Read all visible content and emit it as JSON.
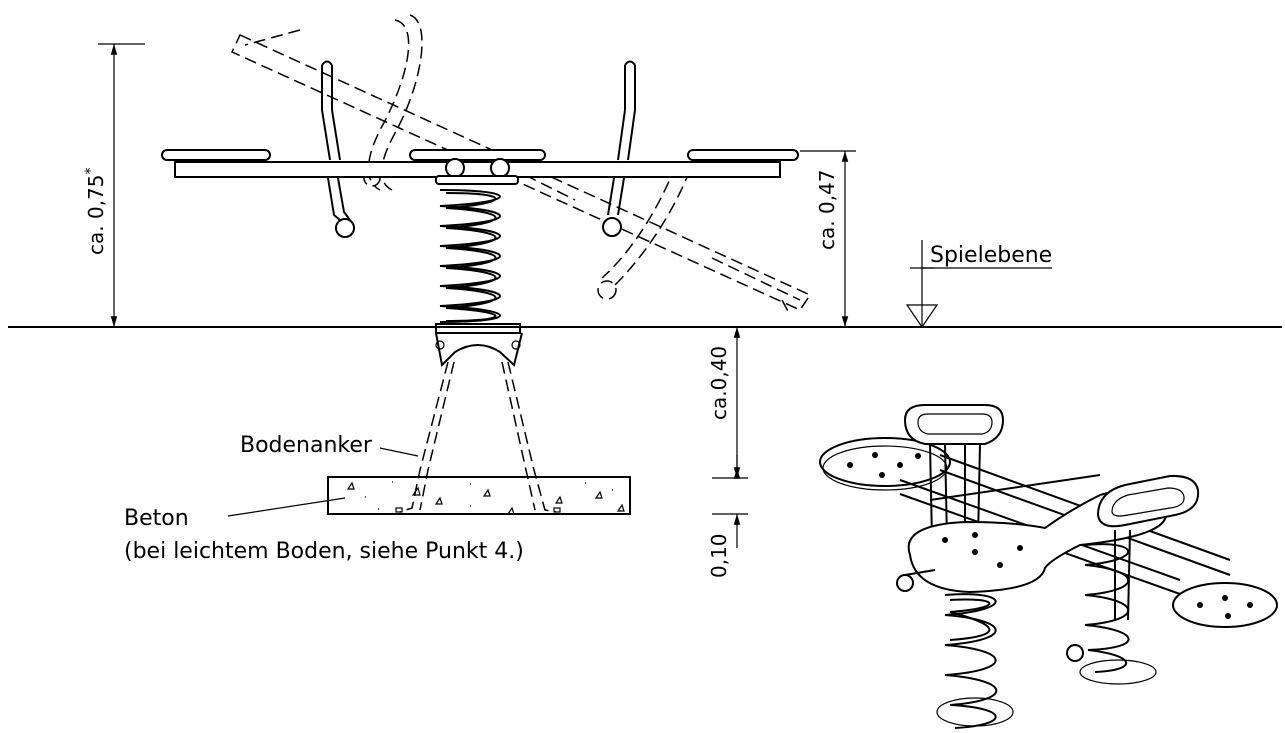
{
  "labels": {
    "ground_level": "Spielebene",
    "ground_anchor": "Bodenanker",
    "concrete": "Beton",
    "concrete_note": "(bei leichtem Boden, siehe Punkt 4.)"
  },
  "dimensions": {
    "total_height": "ca. 0,75",
    "total_height_mark": "*",
    "seat_height": "ca. 0,47",
    "anchor_depth": "ca.0,40",
    "concrete_thickness": "0,10"
  }
}
